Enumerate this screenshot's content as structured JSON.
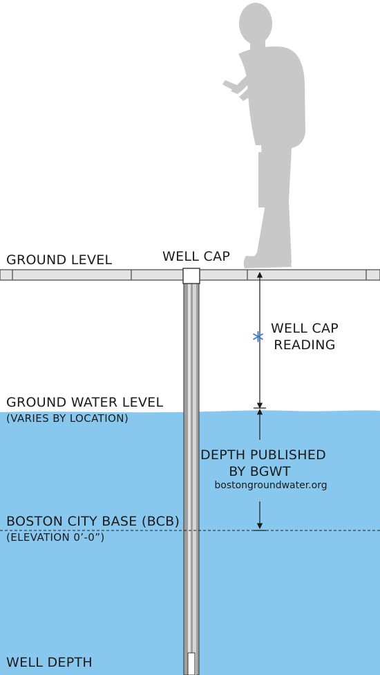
{
  "labels": {
    "ground_level": "GROUND LEVEL",
    "well_cap": "WELL CAP",
    "well_cap_reading_line1": "WELL CAP",
    "well_cap_reading_line2": "READING",
    "ground_water_level": "GROUND WATER LEVEL",
    "varies_by_location": "(VARIES BY LOCATION)",
    "depth_published_line1": "DEPTH PUBLISHED",
    "depth_published_line2": "BY BGWT",
    "website": "bostongroundwater.org",
    "boston_city_base": "BOSTON CITY BASE (BCB)",
    "elevation": "(ELEVATION 0’-0”)",
    "well_depth": "WELL DEPTH"
  },
  "reading_marker": "*",
  "colors": {
    "water": "#88c8ee",
    "figure": "#c8c8c8",
    "ground_bar": "#e4e4e4",
    "pipe": "#9a9a9a",
    "marker": "#3a78c9",
    "line": "#1a1a1a"
  }
}
